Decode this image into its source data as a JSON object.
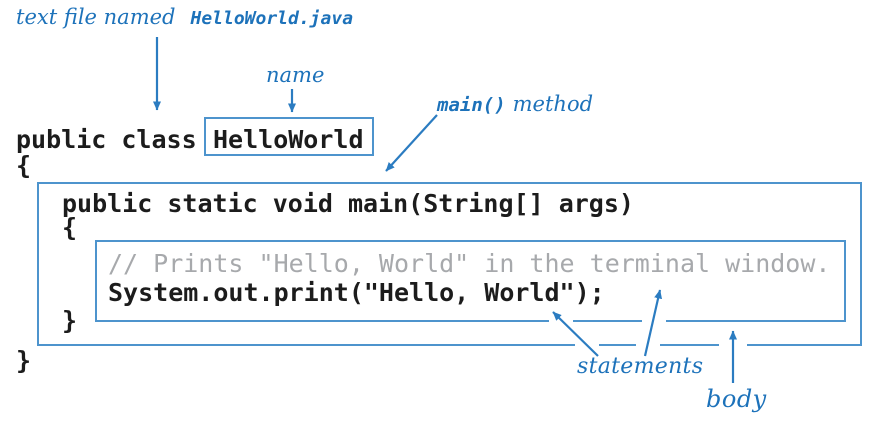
{
  "colors": {
    "label_blue": "#1d72ba",
    "arrow_blue": "#2b7cc1",
    "box_border_blue": "#4d94cd",
    "code_black": "#1c1c1c",
    "comment_gray": "#a7a9ac",
    "background": "#ffffff"
  },
  "labels": {
    "file": {
      "text": "text file named",
      "filename": "HelloWorld.java"
    },
    "name": "name",
    "main": {
      "code": "main()",
      "text": "method"
    },
    "statements": "statements",
    "body": "body"
  },
  "code": {
    "class_keywords": "public class",
    "class_name": "HelloWorld",
    "open_brace": "{",
    "close_brace": "}",
    "main_signature": "public static void main(String[] args)",
    "comment": "// Prints \"Hello, World\" in the terminal window.",
    "statement": "System.out.print(\"Hello, World\");"
  }
}
